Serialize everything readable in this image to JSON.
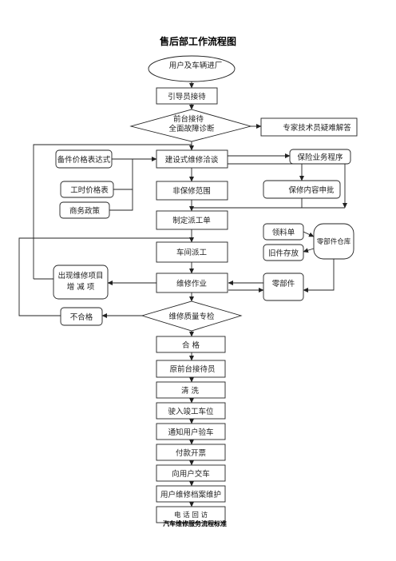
{
  "title": "售后部工作流程图",
  "nodes": {
    "start": "用户及车辆进厂",
    "guide": "引导员接待",
    "reception_line1": "前台接待",
    "reception_line2": "全面故障诊断",
    "expert": "专家技术员疑难解答",
    "parts_price": "备件价格表达式",
    "labor_price": "工时价格表",
    "business_policy": "商务政策",
    "repair_talk": "建设式维修洽谈",
    "insurance_proc": "保险业务程序",
    "non_insurance": "非保修范围",
    "insurance_approve": "保修内容申批",
    "make_order": "制定派工单",
    "material_order": "领料单",
    "old_parts": "旧件存放",
    "parts_warehouse": "零部件仓库",
    "workshop": "车间派工",
    "extra_items_line1": "出现维修项目",
    "extra_items_line2": "增  减  项",
    "repair_work": "维修作业",
    "parts": "零部件",
    "unqualified": "不合格",
    "quality_check": "维修质量专检",
    "qualified": "合      格",
    "return_reception": "原前台接待员",
    "wash": "清      洗",
    "drive_done": "驶入竣工车位",
    "notify_user": "通知用户验车",
    "payment": "付款开票",
    "deliver": "向用户交车",
    "archive": "用户维修档案维护",
    "phone_visit": "电  话  回  访"
  },
  "footer": "汽车维修服务流程标准"
}
